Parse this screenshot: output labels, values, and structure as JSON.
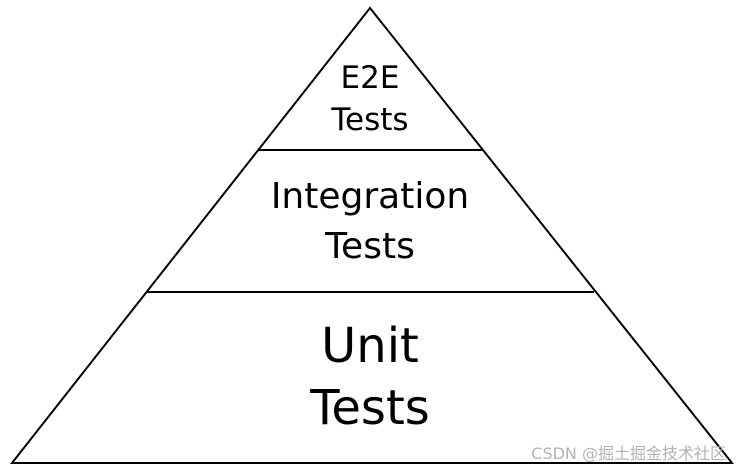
{
  "pyramid": {
    "tiers": [
      {
        "name": "e2e",
        "lines": [
          "E2E",
          "Tests"
        ]
      },
      {
        "name": "integration",
        "lines": [
          "Integration",
          "Tests"
        ]
      },
      {
        "name": "unit",
        "lines": [
          "Unit",
          "Tests"
        ]
      }
    ],
    "stroke_color": "#000000",
    "fill_color": "#ffffff"
  },
  "watermark": {
    "text": "CSDN @掘土掘金技术社区"
  }
}
